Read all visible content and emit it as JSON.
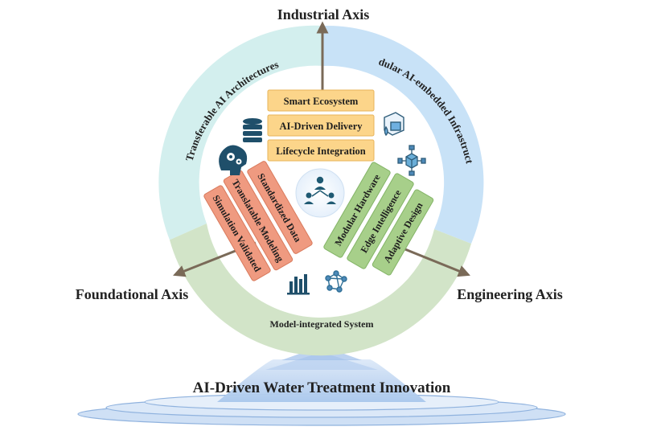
{
  "axes": {
    "industrial": "Industrial Axis",
    "foundational": "Foundational Axis",
    "engineering": "Engineering Axis"
  },
  "ring_segments": {
    "top_left": "Transferable AI Architectures",
    "top_right": "Modular AI-embedded Infrastructure",
    "bottom": "Model-integrated System"
  },
  "industrial_boxes": [
    "Smart Ecosystem",
    "AI-Driven Delivery",
    "Lifecycle Integration"
  ],
  "foundational_bars": [
    "Standardized Data",
    "Translatable Modeling",
    "Simulation Validated"
  ],
  "engineering_bars": [
    "Modular Hardware",
    "Edge Intelligence",
    "Adaptive Design"
  ],
  "footer_title": "AI-Driven Water Treatment Innovation",
  "icons": [
    "database-icon",
    "brain-gears-icon",
    "water-treatment-icon",
    "network-cube-icon",
    "people-network-icon",
    "bar-chart-icon",
    "molecule-network-icon"
  ],
  "colors": {
    "ring_left": "#cfeeed",
    "ring_right": "#c4e0f6",
    "ring_bottom": "#cfe1c5",
    "industrial_box": "#fcd58a",
    "foundational_bar": "#ef9a80",
    "engineering_bar": "#a7cf8a",
    "axis_arrow": "#7a6a58"
  }
}
